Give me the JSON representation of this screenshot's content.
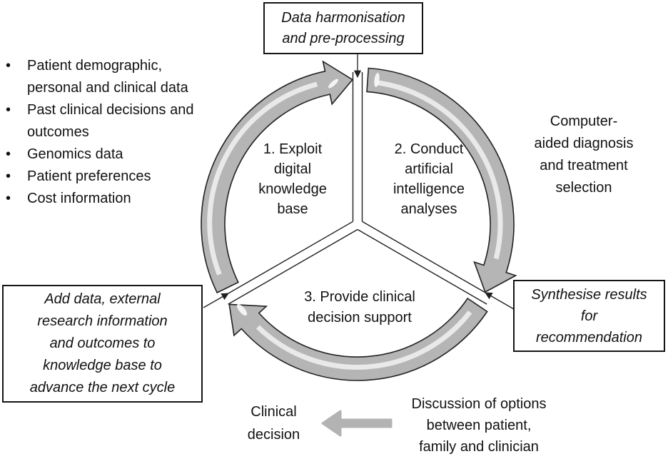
{
  "left_panel": {
    "bullet_char": "•",
    "items": [
      "Patient demographic,\npersonal and clinical data",
      "Past clinical decisions and\noutcomes",
      "Genomics data",
      "Patient preferences",
      "Cost information"
    ]
  },
  "boxes": {
    "top": "Data harmonisation\nand pre-processing",
    "right": "Synthesise results\nfor\nrecommendation",
    "left": "Add data, external\nresearch information\nand outcomes to\nknowledge base to\nadvance the next cycle"
  },
  "cycle": {
    "segment1": "1. Exploit\ndigital\nknowledge\nbase",
    "segment2": "2. Conduct\nartificial\nintelligence\nanalyses",
    "segment3": "3. Provide clinical\ndecision support"
  },
  "annotations": {
    "right_note": "Computer-\naided diagnosis\nand treatment\nselection",
    "clinical_decision": "Clinical\ndecision",
    "discussion": "Discussion of options\nbetween patient,\nfamily and clinician"
  },
  "colors": {
    "arc_fill": "#b5b5b5",
    "arc_outline": "#222222",
    "arrow_gray": "#b3b3b3",
    "text": "#111111"
  }
}
